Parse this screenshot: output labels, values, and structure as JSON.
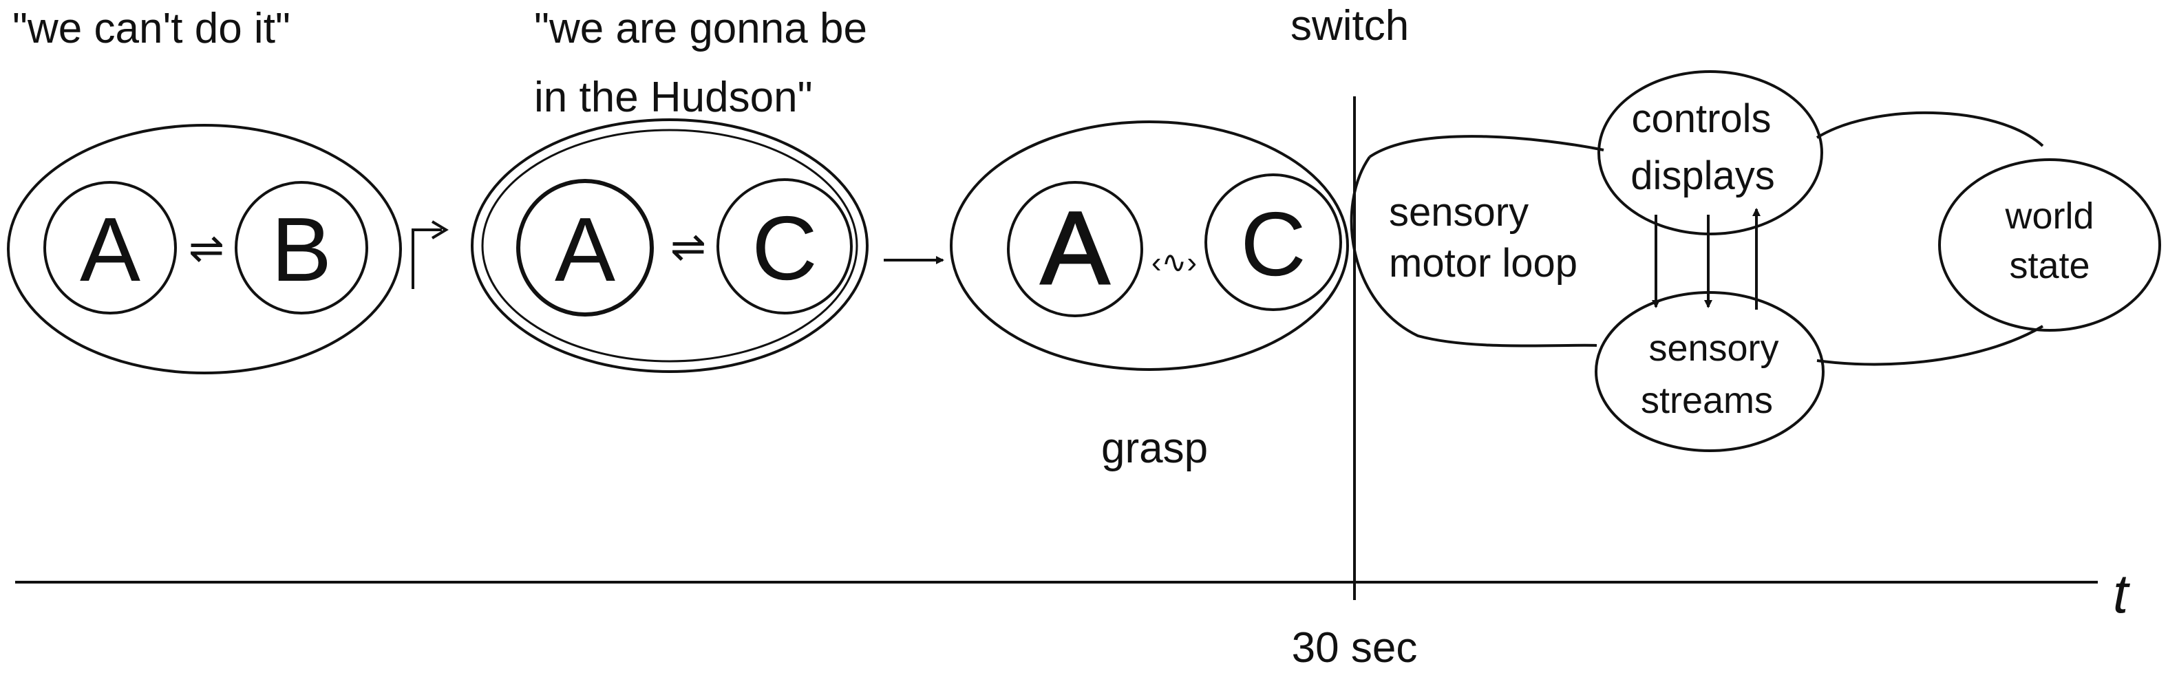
{
  "stages": {
    "stage1": {
      "quote": "\"we can't do it\"",
      "left": "A",
      "right": "B",
      "relation_symbol": "⇌"
    },
    "stage2": {
      "quote_line1": "\"we are gonna be",
      "quote_line2": "in the Hudson\"",
      "left": "A",
      "right": "C",
      "relation_symbol": "⇌"
    },
    "stage3": {
      "left": "A",
      "right": "C",
      "relation_symbol": "‹∿›",
      "caption": "grasp"
    }
  },
  "switch": {
    "label": "switch",
    "time_label": "30 sec"
  },
  "loop": {
    "sensory_line1": "sensory",
    "sensory_line2": "motor loop",
    "controls_line1": "controls",
    "controls_line2": "displays",
    "streams_line1": "sensory",
    "streams_line2": "streams",
    "world_line1": "world",
    "world_line2": "state"
  },
  "axis": {
    "label": "t"
  },
  "colors": {
    "stroke": "#111111",
    "background": "#ffffff"
  }
}
